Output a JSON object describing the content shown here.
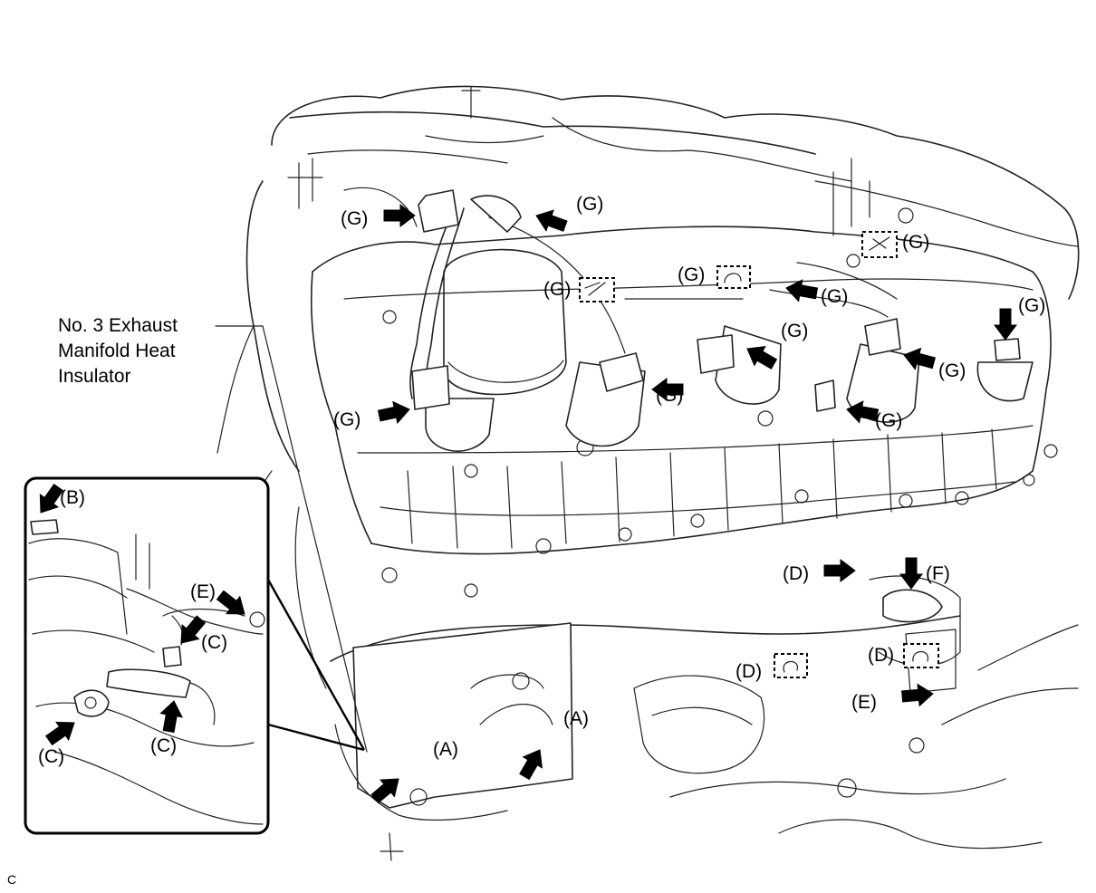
{
  "diagram": {
    "part_label_lines": [
      "No. 3 Exhaust",
      "Manifold Heat",
      "Insulator"
    ],
    "figure_code": "C",
    "callouts": {
      "a": "(A)",
      "b": "(B)",
      "c": "(C)",
      "d": "(D)",
      "e": "(E)",
      "f": "(F)",
      "g": "(G)"
    }
  }
}
